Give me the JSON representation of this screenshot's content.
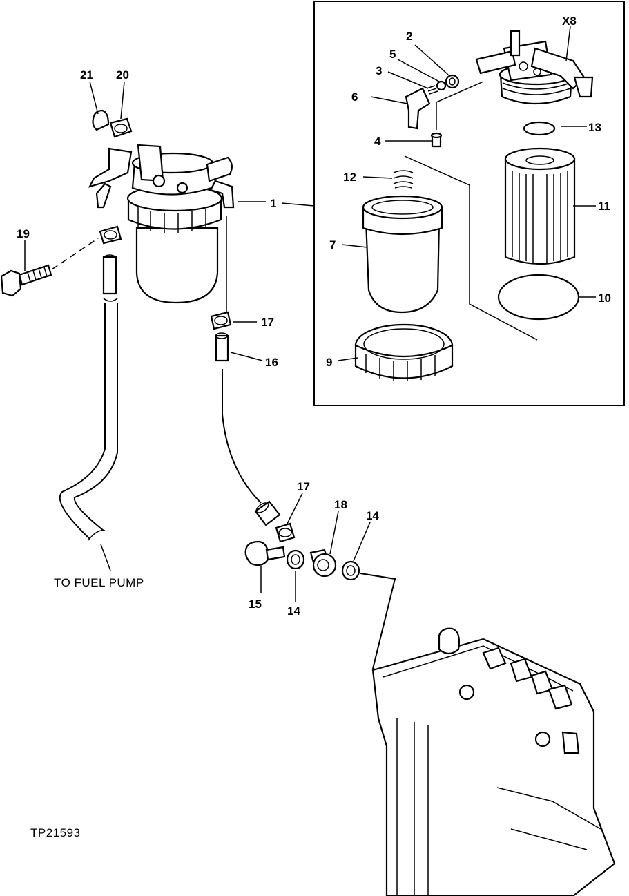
{
  "figure_id": "TP21593",
  "caption_to_fuel_pump": "TO FUEL PUMP",
  "callouts": {
    "c1": "1",
    "c2": "2",
    "c3": "3",
    "c4": "4",
    "c5": "5",
    "c6": "6",
    "c7": "7",
    "c9": "9",
    "c10": "10",
    "c11": "11",
    "c12": "12",
    "c13": "13",
    "c14a": "14",
    "c14b": "14",
    "c15": "15",
    "c16": "16",
    "c17a": "17",
    "c17b": "17",
    "c18": "18",
    "c19": "19",
    "c20": "20",
    "c21": "21",
    "cx8": "X8"
  }
}
